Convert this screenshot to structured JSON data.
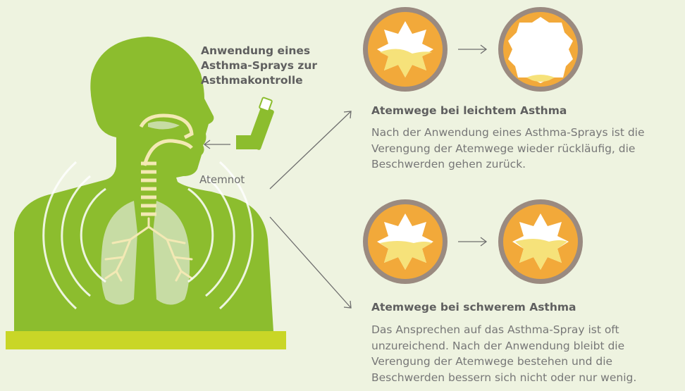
{
  "spray_label": "Anwendung eines Asthma-Sprays zur Asthmakontrolle",
  "symptom_label": "Atemnot",
  "mild": {
    "title": "Atemwege bei leichtem Asthma",
    "text": "Nach der Anwendung eines Asthma-Sprays ist die Verengung der Atemwege wieder rückläufig, die Beschwerden gehen zurück."
  },
  "severe": {
    "title": "Atemwege bei schwerem Asthma",
    "text": "Das Ansprechen auf das Asthma-Spray ist oft unzureichend. Nach der Anwendung bleibt die Verengung der Atemwege bestehen und die Beschwerden bessern sich nicht oder nur wenig."
  },
  "colors": {
    "background": "#eef3e0",
    "body_green": "#8cbd2e",
    "lung": "#c7dca4",
    "bronchi": "#f3e9b4",
    "ring": "#9a8a80",
    "airway_orange": "#f2a93a",
    "mucus_yellow": "#f6e27a",
    "base_bar": "#c9d627"
  }
}
